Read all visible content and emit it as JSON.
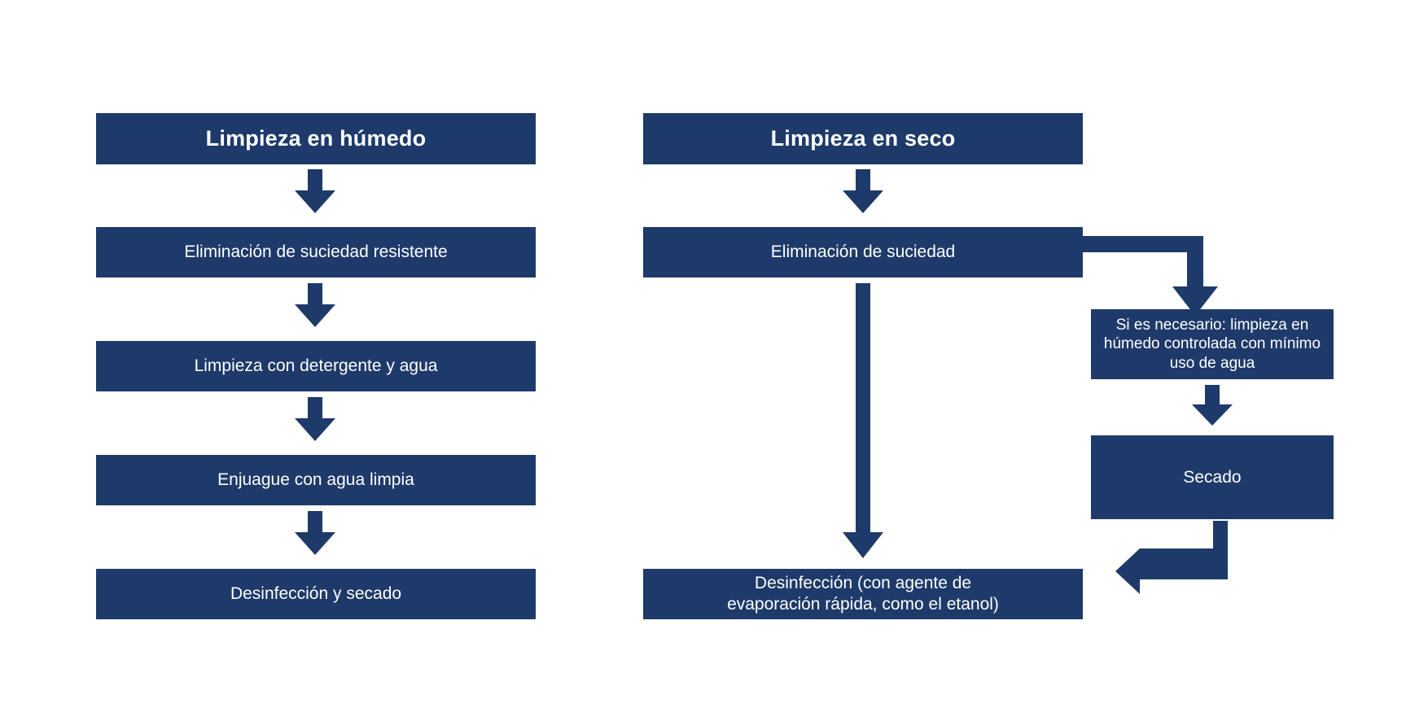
{
  "diagram": {
    "title_visible": false,
    "colors": {
      "box_fill": "#1e3a6a",
      "box_text": "#ffffff",
      "arrow_fill": "#1e3a6a",
      "background": "#ffffff"
    },
    "columns": [
      {
        "id": "wet-cleaning",
        "header": "Limpieza en húmedo",
        "steps": [
          "Eliminación de suciedad resistente",
          "Limpieza con detergente y agua",
          "Enjuague con agua limpia",
          "Desinfección y secado"
        ]
      },
      {
        "id": "dry-cleaning",
        "header": "Limpieza en seco",
        "steps": [
          "Eliminación de suciedad",
          "Desinfección (con agente de evaporación rápida, como el etanol)"
        ],
        "branch": {
          "condition_step": "Si es necesario: limpieza en húmedo controlada con mínimo uso de agua",
          "follow_step": "Secado"
        }
      }
    ],
    "labels": {
      "wet_header": "Limpieza en húmedo",
      "wet_step_1": "Eliminación de suciedad resistente",
      "wet_step_2": "Limpieza con detergente y agua",
      "wet_step_3": "Enjuague con agua limpia",
      "wet_step_4": "Desinfección y secado",
      "dry_header": "Limpieza en seco",
      "dry_step_1": "Eliminación de suciedad",
      "dry_branch_1": "Si es necesario: limpieza en húmedo controlada con mínimo uso de agua",
      "dry_branch_2": "Secado",
      "dry_step_final_line1": "Desinfección (con agente de",
      "dry_step_final_line2": "evaporación rápida, como el etanol)"
    }
  }
}
